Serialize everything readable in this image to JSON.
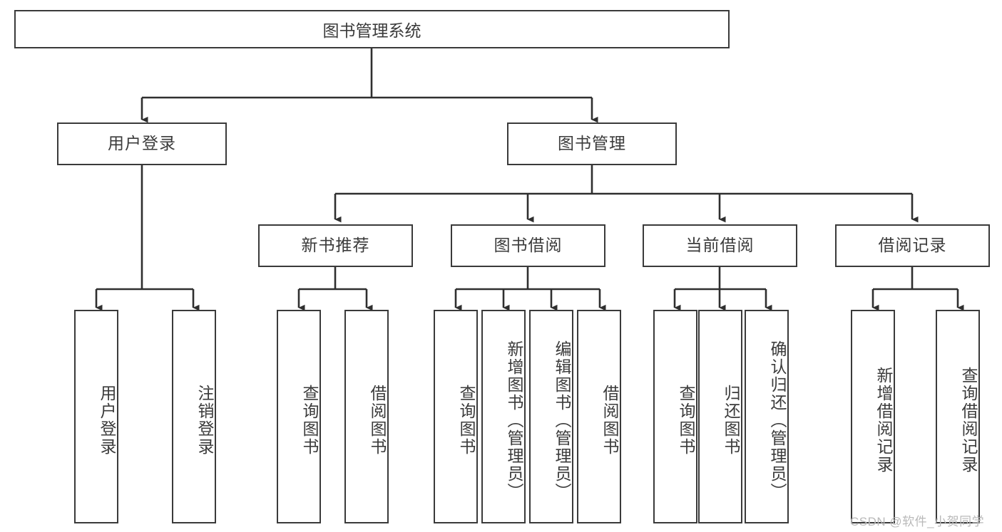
{
  "diagram": {
    "type": "tree",
    "title": "图书管理系统",
    "root": {
      "label": "图书管理系统"
    },
    "level1": [
      {
        "label": "用户登录"
      },
      {
        "label": "图书管理"
      }
    ],
    "level2": [
      {
        "label": "新书推荐"
      },
      {
        "label": "图书借阅"
      },
      {
        "label": "当前借阅"
      },
      {
        "label": "借阅记录"
      }
    ],
    "leaves": {
      "user_login": [
        {
          "label": "用户登录"
        },
        {
          "label": "注销登录"
        }
      ],
      "new_book_recommend": [
        {
          "label": "查询图书"
        },
        {
          "label": "借阅图书"
        }
      ],
      "book_borrow": [
        {
          "label": "查询图书"
        },
        {
          "label": "新增图书（管理员）"
        },
        {
          "label": "编辑图书（管理员）"
        },
        {
          "label": "借阅图书"
        }
      ],
      "current_borrow": [
        {
          "label": "查询图书"
        },
        {
          "label": "归还图书"
        },
        {
          "label": "确认归还（管理员）"
        }
      ],
      "borrow_record": [
        {
          "label": "新增借阅记录"
        },
        {
          "label": "查询借阅记录"
        }
      ]
    },
    "watermark": "CSDN @软件_小贺同学",
    "colors": {
      "stroke": "#3a3a3a",
      "fill": "#ffffff",
      "text": "#3b3b3b",
      "watermark": "#b9b9b9"
    }
  }
}
